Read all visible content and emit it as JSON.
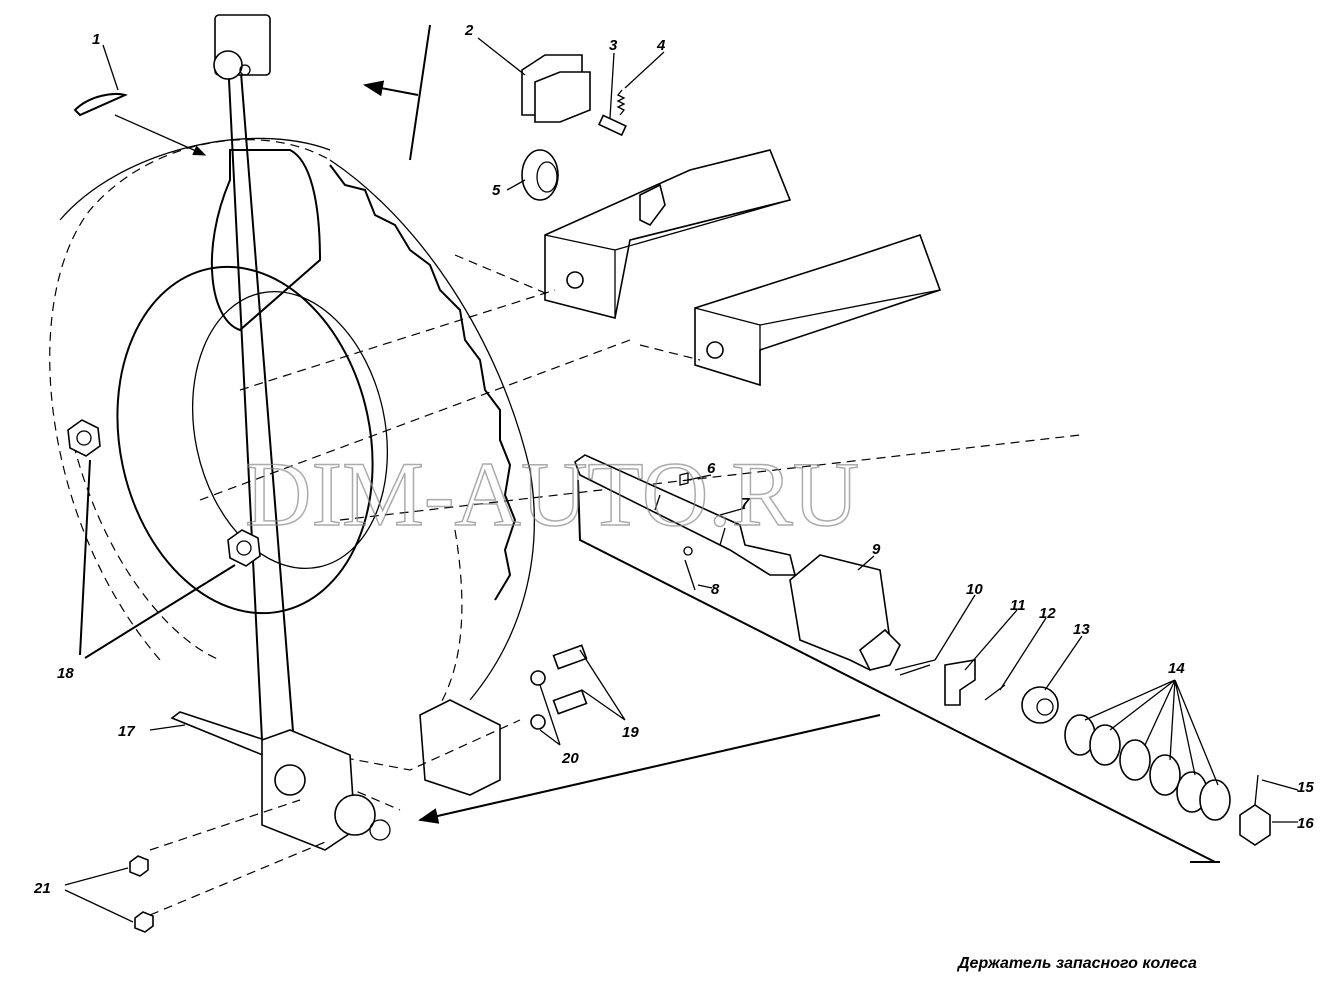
{
  "title": "Держатель запасного колеса",
  "watermark": "DIM-AUTO.RU",
  "labels": [
    "1",
    "2",
    "3",
    "4",
    "5",
    "6",
    "7",
    "8",
    "9",
    "10",
    "11",
    "12",
    "13",
    "14",
    "15",
    "16",
    "17",
    "18",
    "19",
    "20",
    "21"
  ]
}
